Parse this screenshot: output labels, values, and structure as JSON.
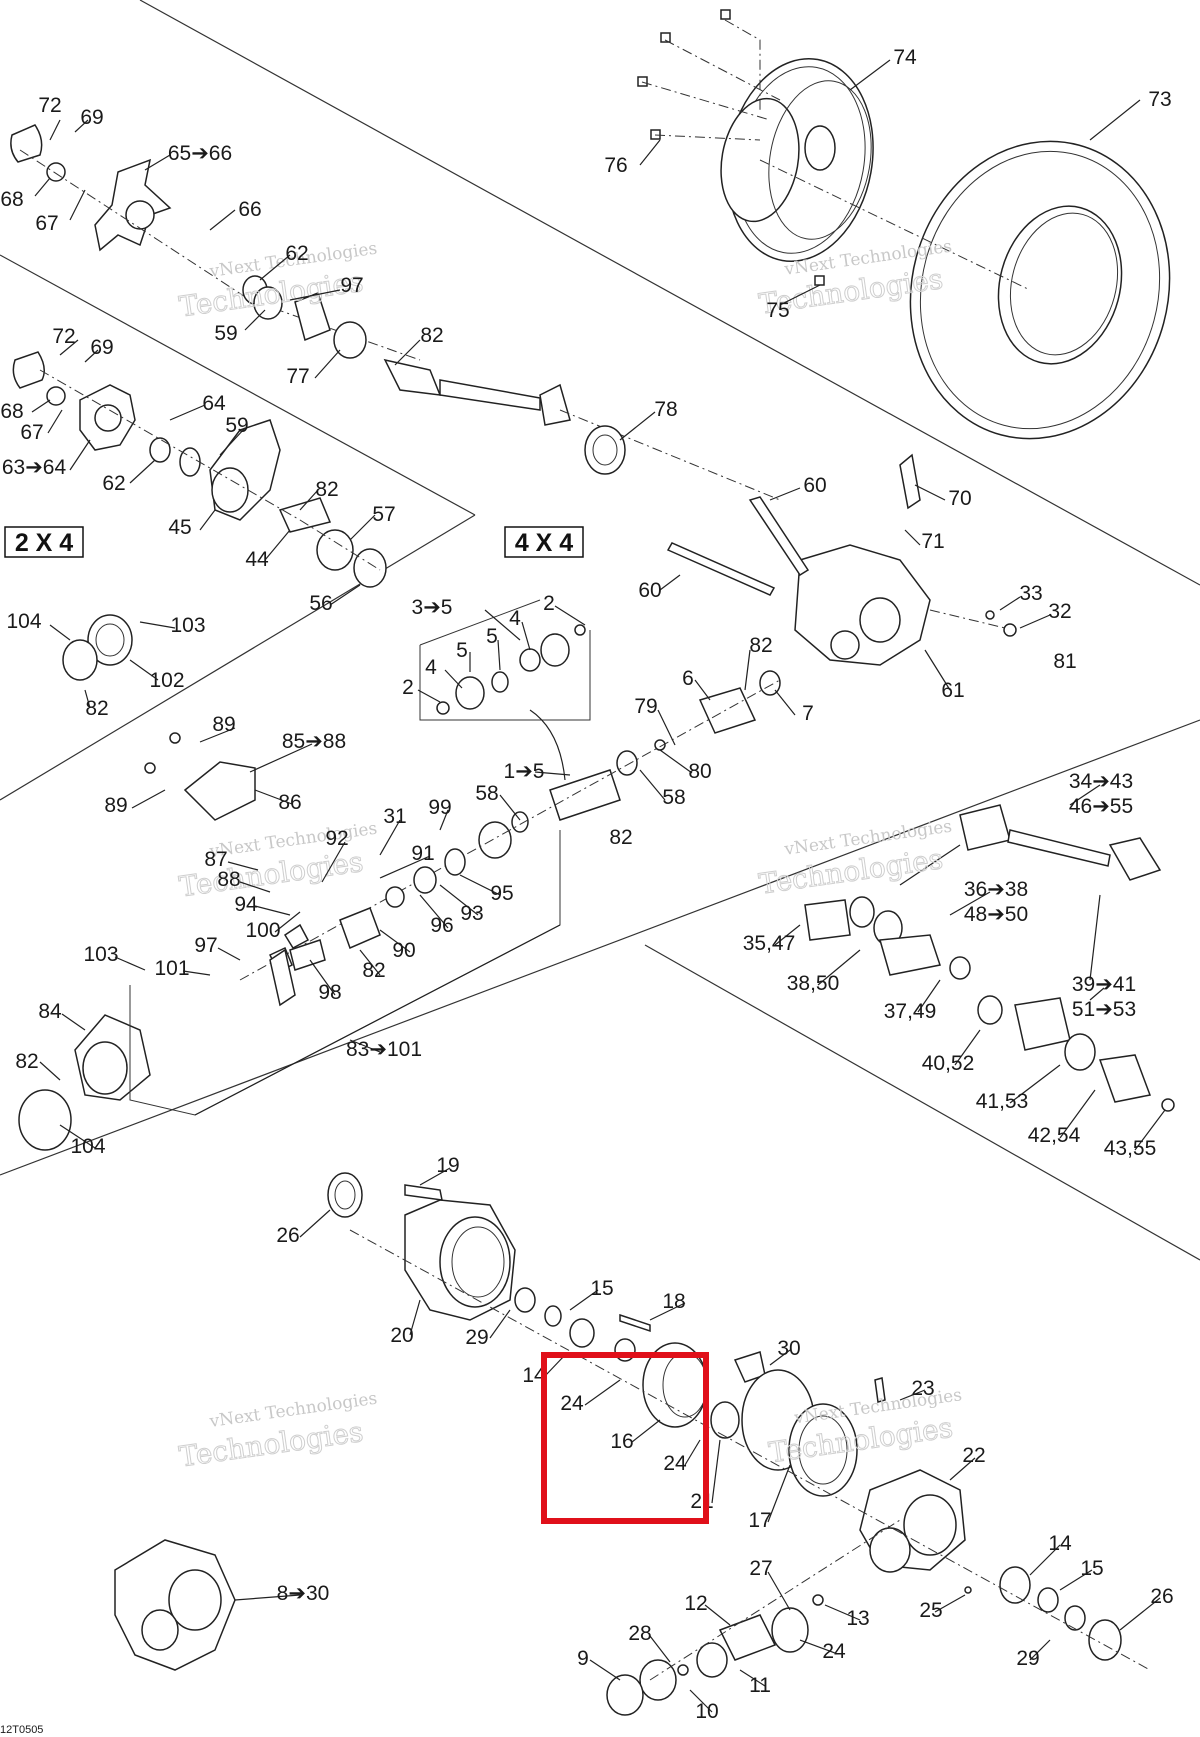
{
  "diagram": {
    "footer_code": "12T0505",
    "group_labels": {
      "two_wd": "2 X 4",
      "four_wd": "4 X 4"
    },
    "watermark": {
      "line1": "vNext Technologies",
      "line2": "Technologies"
    },
    "callouts": [
      {
        "id": "c72a",
        "text": "72"
      },
      {
        "id": "c69a",
        "text": "69"
      },
      {
        "id": "c65",
        "text": "65➔66"
      },
      {
        "id": "c68a",
        "text": "68"
      },
      {
        "id": "c67a",
        "text": "67"
      },
      {
        "id": "c66",
        "text": "66"
      },
      {
        "id": "c62a",
        "text": "62"
      },
      {
        "id": "c97a",
        "text": "97"
      },
      {
        "id": "c59a",
        "text": "59"
      },
      {
        "id": "c82a",
        "text": "82"
      },
      {
        "id": "c77",
        "text": "77"
      },
      {
        "id": "c74",
        "text": "74"
      },
      {
        "id": "c73",
        "text": "73"
      },
      {
        "id": "c76",
        "text": "76"
      },
      {
        "id": "c75",
        "text": "75"
      },
      {
        "id": "c72b",
        "text": "72"
      },
      {
        "id": "c69b",
        "text": "69"
      },
      {
        "id": "c68b",
        "text": "68"
      },
      {
        "id": "c67b",
        "text": "67"
      },
      {
        "id": "c64",
        "text": "64"
      },
      {
        "id": "c63",
        "text": "63➔64"
      },
      {
        "id": "c59b",
        "text": "59"
      },
      {
        "id": "c62b",
        "text": "62"
      },
      {
        "id": "c82b",
        "text": "82"
      },
      {
        "id": "c45",
        "text": "45"
      },
      {
        "id": "c57",
        "text": "57"
      },
      {
        "id": "c44",
        "text": "44"
      },
      {
        "id": "c56",
        "text": "56"
      },
      {
        "id": "c78",
        "text": "78"
      },
      {
        "id": "c60a",
        "text": "60"
      },
      {
        "id": "c70",
        "text": "70"
      },
      {
        "id": "c71",
        "text": "71"
      },
      {
        "id": "c60b",
        "text": "60"
      },
      {
        "id": "c33",
        "text": "33"
      },
      {
        "id": "c32",
        "text": "32"
      },
      {
        "id": "c81",
        "text": "81"
      },
      {
        "id": "c61",
        "text": "61"
      },
      {
        "id": "c104a",
        "text": "104"
      },
      {
        "id": "c103a",
        "text": "103"
      },
      {
        "id": "c102",
        "text": "102"
      },
      {
        "id": "c82c",
        "text": "82"
      },
      {
        "id": "c35",
        "text": "3➔5"
      },
      {
        "id": "c2a",
        "text": "2"
      },
      {
        "id": "c4a",
        "text": "4"
      },
      {
        "id": "c5a",
        "text": "5"
      },
      {
        "id": "c5b",
        "text": "5"
      },
      {
        "id": "c4b",
        "text": "4"
      },
      {
        "id": "c2b",
        "text": "2"
      },
      {
        "id": "c82d",
        "text": "82"
      },
      {
        "id": "c6",
        "text": "6"
      },
      {
        "id": "c7",
        "text": "7"
      },
      {
        "id": "c79",
        "text": "79"
      },
      {
        "id": "c80",
        "text": "80"
      },
      {
        "id": "c15a",
        "text": "1➔5"
      },
      {
        "id": "c58a",
        "text": "58"
      },
      {
        "id": "c58b",
        "text": "58"
      },
      {
        "id": "c82e",
        "text": "82"
      },
      {
        "id": "c89a",
        "text": "89"
      },
      {
        "id": "c85",
        "text": "85➔88"
      },
      {
        "id": "c89b",
        "text": "89"
      },
      {
        "id": "c86",
        "text": "86"
      },
      {
        "id": "c31",
        "text": "31"
      },
      {
        "id": "c99",
        "text": "99"
      },
      {
        "id": "c92",
        "text": "92"
      },
      {
        "id": "c87",
        "text": "87"
      },
      {
        "id": "c91",
        "text": "91"
      },
      {
        "id": "c88",
        "text": "88"
      },
      {
        "id": "c94",
        "text": "94"
      },
      {
        "id": "c95",
        "text": "95"
      },
      {
        "id": "c93",
        "text": "93"
      },
      {
        "id": "c100",
        "text": "100"
      },
      {
        "id": "c96",
        "text": "96"
      },
      {
        "id": "c90",
        "text": "90"
      },
      {
        "id": "c103b",
        "text": "103"
      },
      {
        "id": "c101",
        "text": "101"
      },
      {
        "id": "c97b",
        "text": "97"
      },
      {
        "id": "c82f",
        "text": "82"
      },
      {
        "id": "c98",
        "text": "98"
      },
      {
        "id": "c84",
        "text": "84"
      },
      {
        "id": "c82g",
        "text": "82"
      },
      {
        "id": "c83",
        "text": "83➔101"
      },
      {
        "id": "c104b",
        "text": "104"
      },
      {
        "id": "c3443",
        "text": "34➔43"
      },
      {
        "id": "c4655",
        "text": "46➔55"
      },
      {
        "id": "c3638",
        "text": "36➔38"
      },
      {
        "id": "c4850",
        "text": "48➔50"
      },
      {
        "id": "c3547",
        "text": "35,47"
      },
      {
        "id": "c3850",
        "text": "38,50"
      },
      {
        "id": "c3749",
        "text": "37,49"
      },
      {
        "id": "c3941",
        "text": "39➔41"
      },
      {
        "id": "c5153",
        "text": "51➔53"
      },
      {
        "id": "c4052",
        "text": "40,52"
      },
      {
        "id": "c4153",
        "text": "41,53"
      },
      {
        "id": "c4254",
        "text": "42,54"
      },
      {
        "id": "c4355",
        "text": "43,55"
      },
      {
        "id": "c19",
        "text": "19"
      },
      {
        "id": "c26a",
        "text": "26"
      },
      {
        "id": "c20",
        "text": "20"
      },
      {
        "id": "c29a",
        "text": "29"
      },
      {
        "id": "c15b",
        "text": "15"
      },
      {
        "id": "c18",
        "text": "18"
      },
      {
        "id": "c14a",
        "text": "14"
      },
      {
        "id": "c30",
        "text": "30"
      },
      {
        "id": "c24a",
        "text": "24"
      },
      {
        "id": "c16",
        "text": "16"
      },
      {
        "id": "c24b",
        "text": "24"
      },
      {
        "id": "c21",
        "text": "21"
      },
      {
        "id": "c23",
        "text": "23"
      },
      {
        "id": "c17",
        "text": "17"
      },
      {
        "id": "c22",
        "text": "22"
      },
      {
        "id": "c830",
        "text": "8➔30"
      },
      {
        "id": "c14b",
        "text": "14"
      },
      {
        "id": "c27",
        "text": "27"
      },
      {
        "id": "c15c",
        "text": "15"
      },
      {
        "id": "c12",
        "text": "12"
      },
      {
        "id": "c13",
        "text": "13"
      },
      {
        "id": "c26b",
        "text": "26"
      },
      {
        "id": "c25",
        "text": "25"
      },
      {
        "id": "c28",
        "text": "28"
      },
      {
        "id": "c24c",
        "text": "24"
      },
      {
        "id": "c9",
        "text": "9"
      },
      {
        "id": "c11",
        "text": "11"
      },
      {
        "id": "c29b",
        "text": "29"
      },
      {
        "id": "c10",
        "text": "10"
      }
    ],
    "highlight_color": "#e0101a"
  }
}
